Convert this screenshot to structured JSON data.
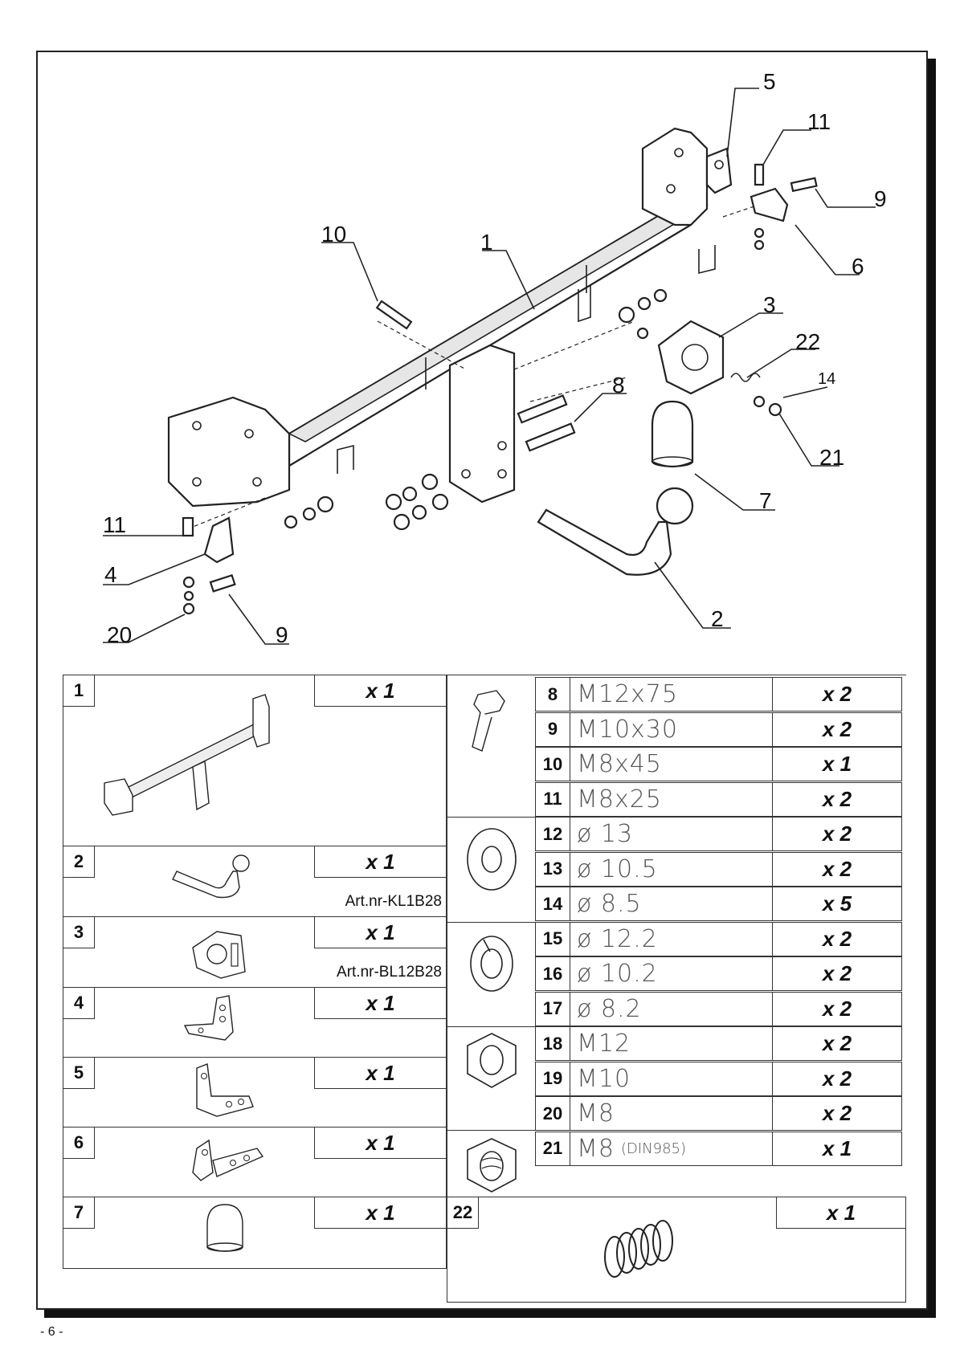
{
  "callouts": [
    "5",
    "11",
    "9",
    "10",
    "1",
    "6",
    "3",
    "22",
    "14",
    "8",
    "21",
    "7",
    "11",
    "4",
    "9",
    "20",
    "2"
  ],
  "left_items": [
    {
      "num": "1",
      "qty": "x 1",
      "icon": "crossbar-icon"
    },
    {
      "num": "2",
      "qty": "x 1",
      "art": "Art.nr-KL1B28",
      "icon": "towball-icon"
    },
    {
      "num": "3",
      "qty": "x 1",
      "art": "Art.nr-BL12B28",
      "icon": "socket-plate-icon"
    },
    {
      "num": "4",
      "qty": "x 1",
      "icon": "bracket-icon"
    },
    {
      "num": "5",
      "qty": "x 1",
      "icon": "bracket-icon"
    },
    {
      "num": "6",
      "qty": "x 1",
      "icon": "bracket-icon"
    },
    {
      "num": "7",
      "qty": "x 1",
      "icon": "ball-cover-icon"
    }
  ],
  "right_rows": [
    {
      "num": "8",
      "size": "M12x75",
      "qty": "x 2"
    },
    {
      "num": "9",
      "size": "M10x30",
      "qty": "x 2"
    },
    {
      "num": "10",
      "size": "M8x45",
      "qty": "x 1"
    },
    {
      "num": "11",
      "size": "M8x25",
      "qty": "x 2"
    },
    {
      "num": "12",
      "size": "ø 13",
      "qty": "x 2"
    },
    {
      "num": "13",
      "size": "ø 10.5",
      "qty": "x 2"
    },
    {
      "num": "14",
      "size": "ø 8.5",
      "qty": "x 5"
    },
    {
      "num": "15",
      "size": "ø 12.2",
      "qty": "x 2"
    },
    {
      "num": "16",
      "size": "ø 10.2",
      "qty": "x 2"
    },
    {
      "num": "17",
      "size": "ø 8.2",
      "qty": "x 2"
    },
    {
      "num": "18",
      "size": "M12",
      "qty": "x 2"
    },
    {
      "num": "19",
      "size": "M10",
      "qty": "x 2"
    },
    {
      "num": "20",
      "size": "M8",
      "qty": "x 2"
    },
    {
      "num": "21",
      "size": "M8",
      "note": "(DIN985)",
      "qty": "x 1"
    }
  ],
  "spring_item": {
    "num": "22",
    "qty": "x 1"
  },
  "page_number": "- 6 -"
}
